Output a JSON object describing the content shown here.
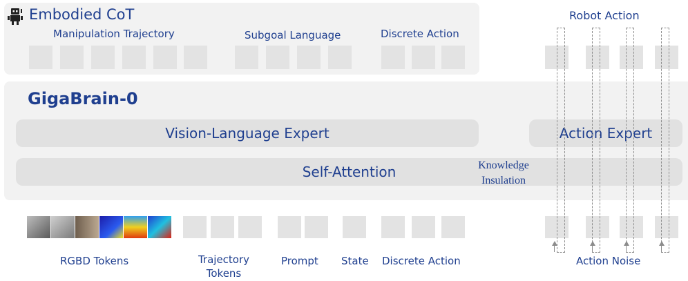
{
  "cot": {
    "title": "Embodied CoT",
    "manipulation_label": "Manipulation Trajectory",
    "subgoal_label": "Subgoal Language",
    "discrete_label": "Discrete Action"
  },
  "robot_action": {
    "title": "Robot Action"
  },
  "model": {
    "name": "GigaBrain-0",
    "vl_expert": "Vision-Language Expert",
    "action_expert": "Action Expert",
    "self_attention": "Self-Attention",
    "knowledge_line1": "Knowledge",
    "knowledge_line2": "Insulation"
  },
  "inputs": {
    "rgbd": "RGBD Tokens",
    "trajectory_line1": "Trajectory",
    "trajectory_line2": "Tokens",
    "prompt": "Prompt",
    "state": "State",
    "discrete": "Discrete Action",
    "action_noise": "Action Noise"
  },
  "colors": {
    "text_blue": "#1f3f8f",
    "panel": "#f2f2f2",
    "tile": "#e3e3e3"
  },
  "icons": [
    "robot-icon",
    "up-arrow-icon"
  ]
}
